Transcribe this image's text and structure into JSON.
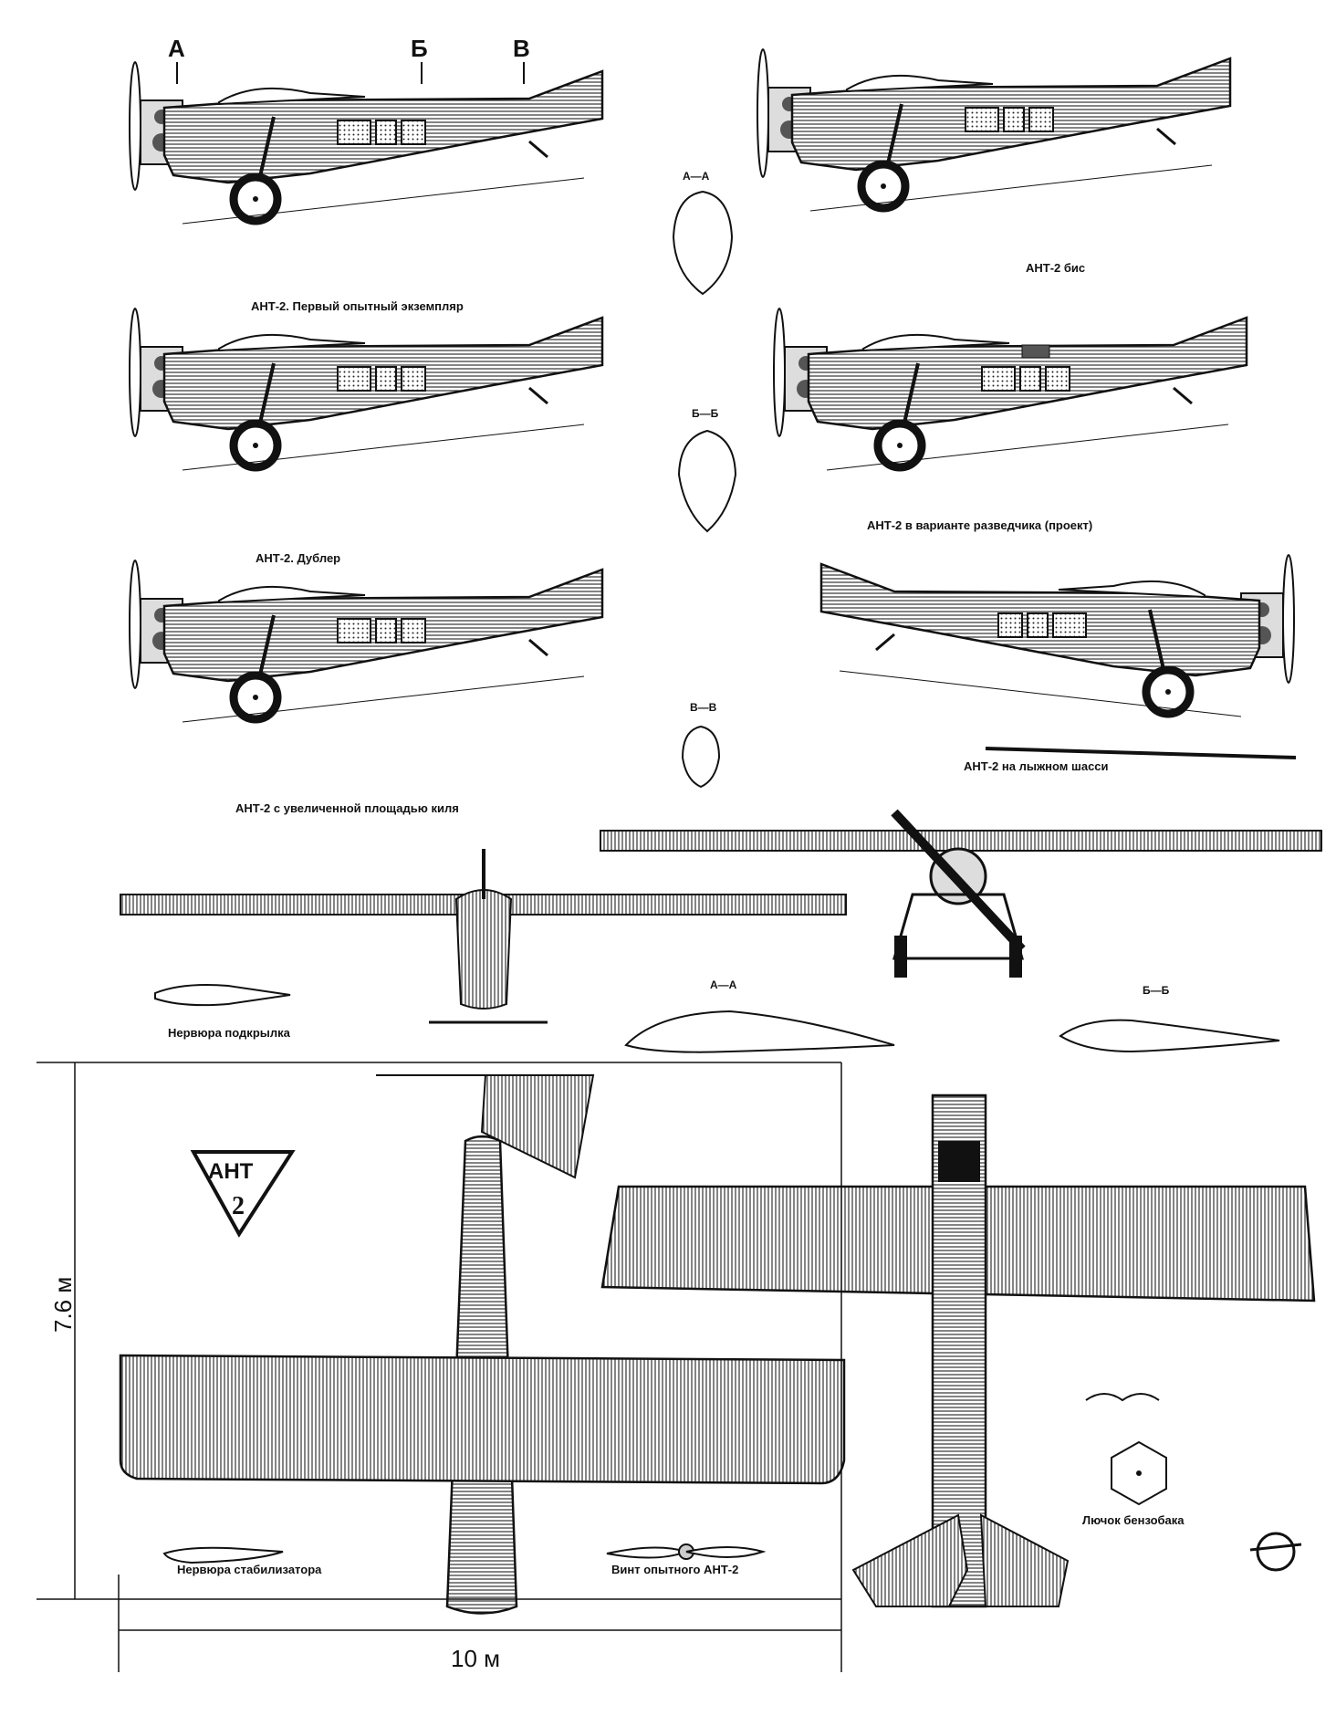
{
  "markers": {
    "a": "А",
    "b": "Б",
    "v": "В"
  },
  "sections": {
    "aa": "А—А",
    "bb": "Б—Б",
    "vv": "В—В",
    "wing_aa": "А—А",
    "wing_bb": "Б—Б"
  },
  "captions": {
    "first_prototype": "АНТ-2. Первый опытный экземпляр",
    "bis": "АНТ-2 бис",
    "backup": "АНТ-2. Дублер",
    "scout_project": "АНТ-2 в варианте разведчика (проект)",
    "enlarged_fin": "АНТ-2 с увеличенной площадью киля",
    "ski_chassis": "АНТ-2 на лыжном шасси",
    "aileron_rib": "Нервюра подкрылка",
    "stabilizer_rib": "Нервюра стабилизатора",
    "prop_caption": "Винт опытного АНТ-2",
    "fuel_hatch": "Лючок бензобака"
  },
  "badge": {
    "line1": "АНТ",
    "line2": "2"
  },
  "dimensions": {
    "height": "7.6 м",
    "width": "10 м"
  },
  "colors": {
    "ink": "#1a1a1a",
    "paper": "#ffffff",
    "hatch": "#555555"
  }
}
